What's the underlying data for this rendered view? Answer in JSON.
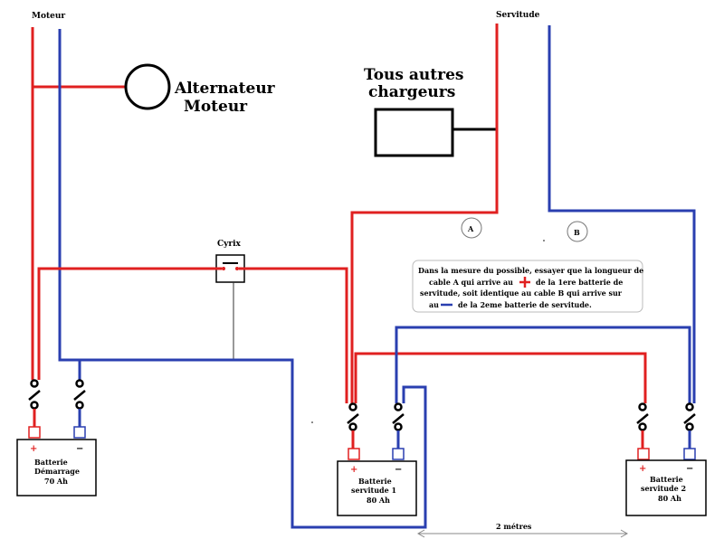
{
  "colors": {
    "positive": "#e02020",
    "negative": "#2a3fb0",
    "black": "#000000"
  },
  "labels": {
    "moteur": "Moteur",
    "servitude": "Servitude",
    "alternator_line1": "Alternateur",
    "alternator_line2": "Moteur",
    "chargers_line1": "Tous autres",
    "chargers_line2": "chargeurs",
    "cyrix": "Cyrix",
    "cable_a": "A",
    "cable_b": "B",
    "distance": "2 métres"
  },
  "note": {
    "line1": "Dans la mesure du possible, essayer que la longueur de",
    "line2a": "cable A qui arrive   au",
    "line2b": "de la 1ere batterie  de",
    "line3": "servitude, soit identique  au cable B qui arrive sur",
    "line4a": "au",
    "line4b": "de la 2eme batterie  de servitude."
  },
  "batteries": [
    {
      "name_line1": "Batterie",
      "name_line2": "Démarrage",
      "capacity": "70  Ah",
      "plus": "+",
      "minus": "−"
    },
    {
      "name_line1": "Batterie",
      "name_line2": "servitude   1",
      "capacity": "80 Ah",
      "plus": "+",
      "minus": "−"
    },
    {
      "name_line1": "Batterie",
      "name_line2": "servitude   2",
      "capacity": "80 Ah",
      "plus": "+",
      "minus": "−"
    }
  ]
}
